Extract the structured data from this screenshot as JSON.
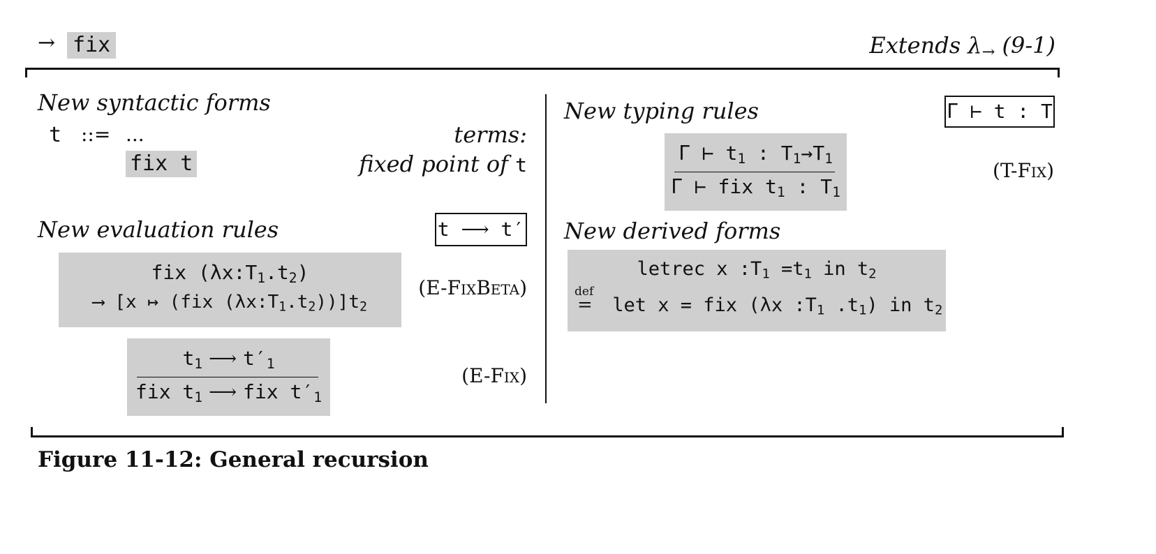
{
  "header": {
    "arrow": "→",
    "feature": "fix",
    "extends_prefix": "Extends λ",
    "extends_sub": "→",
    "extends_ref": "(9-1)"
  },
  "syntax": {
    "title": "New syntactic forms",
    "t": "t",
    "defeq": "::=",
    "ellipsis": "...",
    "terms_label": "terms:",
    "fix_form_a": "fix",
    "fix_form_b": "t",
    "fix_desc_a": "fixed point of",
    "fix_desc_b": "t"
  },
  "evaluation": {
    "title": "New evaluation rules",
    "judgment_a": "t",
    "judgment_arrow": "⟶",
    "judgment_b": "t′",
    "fixbeta_line1_a": "fix (λx:T",
    "fixbeta_line1_sub1": "1",
    "fixbeta_line1_b": ".t",
    "fixbeta_line1_sub2": "2",
    "fixbeta_line1_c": ")",
    "fixbeta_line2_a": "⟶ [x ↦ (fix (λx:T",
    "fixbeta_line2_sub1": "1",
    "fixbeta_line2_b": ".t",
    "fixbeta_line2_sub2": "2",
    "fixbeta_line2_c": "))]t",
    "fixbeta_line2_sub3": "2",
    "fixbeta_name_a": "(E-",
    "fixbeta_name_b": "FixBeta",
    "fixbeta_name_c": ")",
    "efix_prem_a": "t",
    "efix_prem_sub1": "1",
    "efix_prem_arrow": " ⟶ ",
    "efix_prem_b": "t′",
    "efix_prem_sub2": "1",
    "efix_concl_a": "fix t",
    "efix_concl_sub1": "1",
    "efix_concl_arrow": " ⟶ ",
    "efix_concl_b": "fix t′",
    "efix_concl_sub2": "1",
    "efix_name_a": "(E-",
    "efix_name_b": "Fix",
    "efix_name_c": ")"
  },
  "typing": {
    "title": "New typing rules",
    "judgment": "Γ ⊢ t : T",
    "prem_a": "Γ ⊢ t",
    "prem_sub1": "1",
    "prem_b": " : T",
    "prem_sub2": "1",
    "prem_c": "→T",
    "prem_sub3": "1",
    "concl_a": "Γ ⊢ fix t",
    "concl_sub1": "1",
    "concl_b": " : T",
    "concl_sub2": "1",
    "name_a": "(T-",
    "name_b": "Fix",
    "name_c": ")"
  },
  "derived": {
    "title": "New derived forms",
    "line1_a": "letrec x :T",
    "line1_sub1": "1",
    "line1_b": " =t",
    "line1_sub2": "1",
    "line1_c": " in t",
    "line1_sub3": "2",
    "def_label": "def",
    "eq": "=",
    "line2_a": " let x = fix (λx :T",
    "line2_sub1": "1",
    "line2_b": " .t",
    "line2_sub2": "1",
    "line2_c": ") in t",
    "line2_sub3": "2"
  },
  "caption": "Figure 11-12: General recursion"
}
